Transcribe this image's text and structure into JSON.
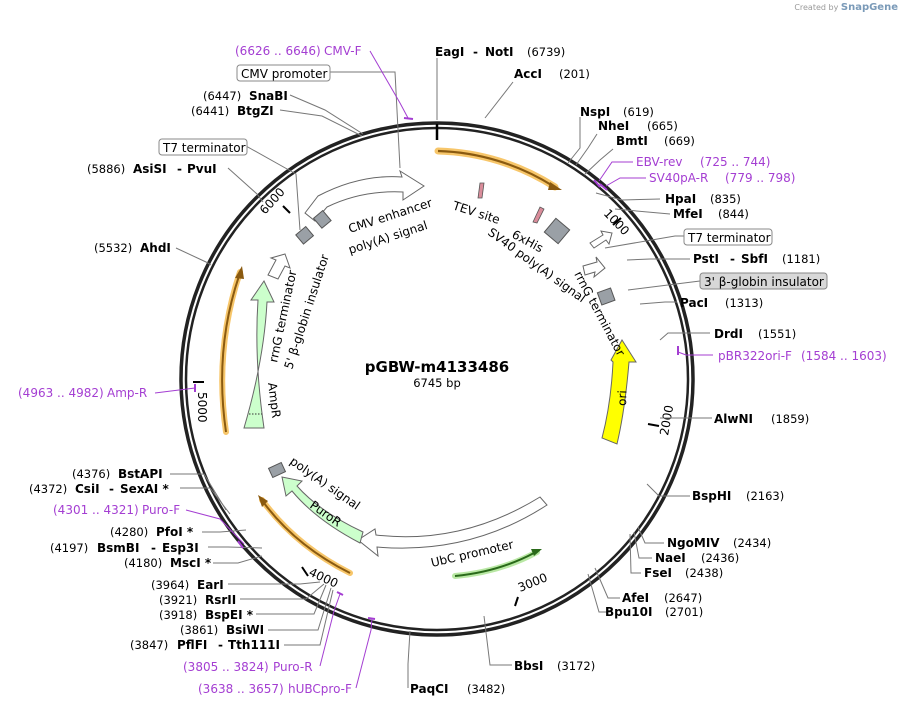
{
  "watermark": {
    "prefix": "Created by",
    "brand": "SnapGene"
  },
  "map": {
    "name": "pGBW-m4133486",
    "length_label": "6745 bp",
    "length_bp": 6745,
    "tick_labels": [
      "1000",
      "2000",
      "3000",
      "4000",
      "5000",
      "6000"
    ]
  },
  "colors": {
    "backbone": "#222222",
    "primer": "#a43ed2",
    "orf_highlight": "#f0b040",
    "ori": "#ffff00",
    "marker": "#ccffcc",
    "promoter_arrow": "#ffffff",
    "small_box": "#9aa0a6",
    "tag": "#d98c9a"
  },
  "enzymes": [
    {
      "name": "EagI",
      "name2": "NotI",
      "pos": "(6739)"
    },
    {
      "name": "AccI",
      "pos": "(201)"
    },
    {
      "name": "NspI",
      "pos": "(619)"
    },
    {
      "name": "NheI",
      "pos": "(665)"
    },
    {
      "name": "BmtI",
      "pos": "(669)"
    },
    {
      "name": "HpaI",
      "pos": "(835)"
    },
    {
      "name": "MfeI",
      "pos": "(844)"
    },
    {
      "name": "PstI",
      "name2": "SbfI",
      "pos": "(1181)"
    },
    {
      "name": "PacI",
      "pos": "(1313)"
    },
    {
      "name": "DrdI",
      "pos": "(1551)"
    },
    {
      "name": "AlwNI",
      "pos": "(1859)"
    },
    {
      "name": "BspHI",
      "pos": "(2163)"
    },
    {
      "name": "NgoMIV",
      "pos": "(2434)"
    },
    {
      "name": "NaeI",
      "pos": "(2436)"
    },
    {
      "name": "FseI",
      "pos": "(2438)"
    },
    {
      "name": "AfeI",
      "pos": "(2647)"
    },
    {
      "name": "Bpu10I",
      "pos": "(2701)"
    },
    {
      "name": "BbsI",
      "pos": "(3172)"
    },
    {
      "name": "PaqCI",
      "pos": "(3482)"
    },
    {
      "name": "PflFI",
      "name2": "Tth111I",
      "pos": "(3847)"
    },
    {
      "name": "BsiWI",
      "pos": "(3861)"
    },
    {
      "name": "BspEI *",
      "pos": "(3918)"
    },
    {
      "name": "RsrII",
      "pos": "(3921)"
    },
    {
      "name": "EarI",
      "pos": "(3964)"
    },
    {
      "name": "MscI *",
      "pos": "(4180)"
    },
    {
      "name": "BsmBI",
      "name2": "Esp3I",
      "pos": "(4197)"
    },
    {
      "name": "PfoI *",
      "pos": "(4280)"
    },
    {
      "name": "CsiI",
      "name2": "SexAI *",
      "pos": "(4372)"
    },
    {
      "name": "BstAPI",
      "pos": "(4376)"
    },
    {
      "name": "AhdI",
      "pos": "(5532)"
    },
    {
      "name": "AsiSI",
      "name2": "PvuI",
      "pos": "(5886)"
    },
    {
      "name": "BtgZI",
      "pos": "(6441)"
    },
    {
      "name": "SnaBI",
      "pos": "(6447)"
    }
  ],
  "primers": [
    {
      "name": "CMV-F",
      "range": "(6626 .. 6646)"
    },
    {
      "name": "EBV-rev",
      "range": "(725 .. 744)"
    },
    {
      "name": "SV40pA-R",
      "range": "(779 .. 798)"
    },
    {
      "name": "pBR322ori-F",
      "range": "(1584 .. 1603)"
    },
    {
      "name": "Amp-R",
      "range": "(4963 .. 4982)"
    },
    {
      "name": "Puro-F",
      "range": "(4301 .. 4321)"
    },
    {
      "name": "Puro-R",
      "range": "(3805 .. 3824)"
    },
    {
      "name": "hUBCpro-F",
      "range": "(3638 .. 3657)"
    }
  ],
  "boxed_labels": {
    "cmv_promoter": "CMV promoter",
    "t7_terminator_left": "T7 terminator",
    "t7_terminator_right": "T7 terminator",
    "beta_globin_3": "3' β-globin insulator"
  },
  "features": {
    "cmv_enhancer": "CMV enhancer",
    "polya_top": "poly(A) signal",
    "tev_site": "TEV site",
    "his6": "6xHis",
    "sv40_polya": "SV40 poly(A) signal",
    "rrng_right": "rrnG terminator",
    "ori": "ori",
    "ubc_promoter": "UbC promoter",
    "puror": "PuroR",
    "polya_bottom": "poly(A) signal",
    "ampr": "AmpR",
    "rrng_left": "rrnG terminator",
    "beta_globin_5": "5' β-globin insulator"
  }
}
